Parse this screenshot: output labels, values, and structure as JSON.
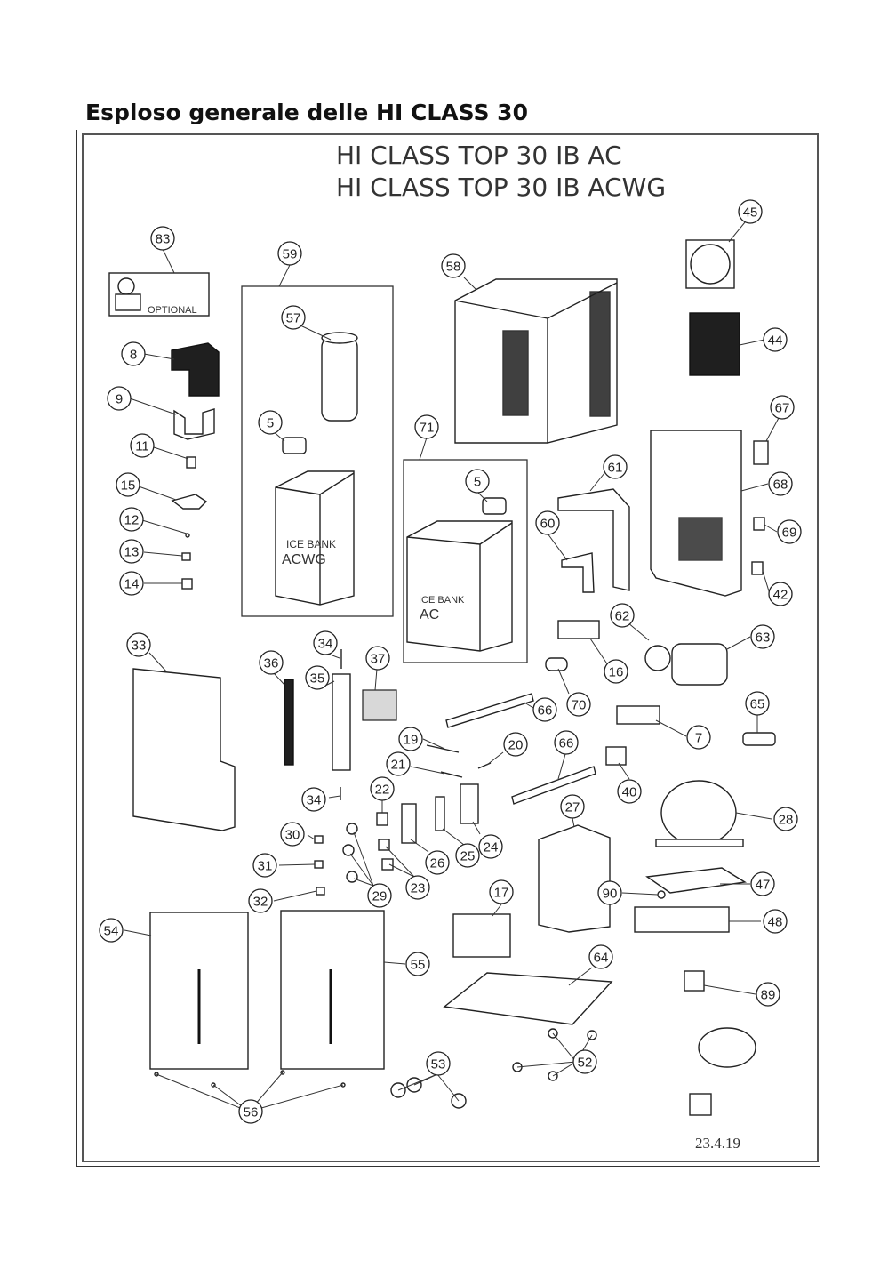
{
  "page": {
    "title": "Esploso generale delle HI  CLASS 30"
  },
  "drawing": {
    "model_titles": [
      "HI CLASS TOP 30 IB AC",
      "HI CLASS TOP 30 IB ACWG"
    ],
    "date": "23.4.19",
    "optional_label": "OPTIONAL",
    "ice_bank_acwg": {
      "line1": "ICE BANK",
      "line2": "ACWG"
    },
    "ice_bank_ac": {
      "line1": "ICE BANK",
      "line2": "AC"
    },
    "callouts": [
      "83",
      "59",
      "57",
      "5",
      "58",
      "45",
      "44",
      "8",
      "9",
      "11",
      "15",
      "12",
      "13",
      "14",
      "71",
      "5",
      "67",
      "61",
      "68",
      "60",
      "69",
      "42",
      "33",
      "34",
      "36",
      "35",
      "37",
      "62",
      "63",
      "16",
      "70",
      "66",
      "7",
      "65",
      "19",
      "20",
      "21",
      "66",
      "40",
      "34",
      "22",
      "24",
      "25",
      "26",
      "23",
      "27",
      "28",
      "30",
      "31",
      "29",
      "32",
      "17",
      "90",
      "47",
      "48",
      "54",
      "55",
      "64",
      "89",
      "53",
      "52",
      "56"
    ]
  },
  "colors": {
    "ink": "#222222",
    "frame": "#555555",
    "panel_fill": "#d8d8d8",
    "dark_part": "#1f1f1f"
  }
}
